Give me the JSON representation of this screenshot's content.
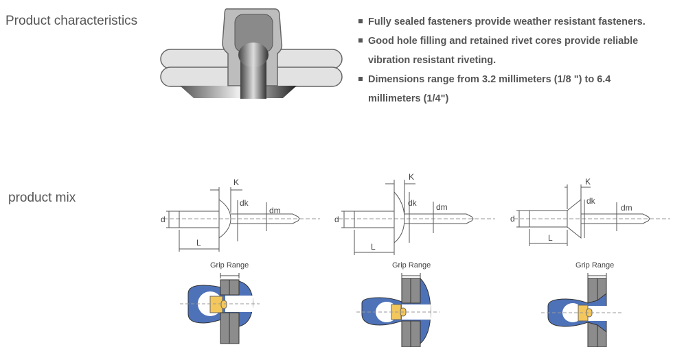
{
  "sections": {
    "characteristics_title": "Product characteristics",
    "mix_title": "product mix"
  },
  "characteristics": [
    "Fully sealed fasteners provide weather resistant fasteners.",
    "Good hole filling and retained rivet cores provide reliable vibration resistant riveting.",
    "Dimensions range from 3.2 millimeters (1/8 \") to 6.4 millimeters (1/4\")"
  ],
  "dimension_labels": {
    "K": "K",
    "dk": "dk",
    "dm": "dm",
    "d": "d",
    "L": "L"
  },
  "grip_label": "Grip Range",
  "colors": {
    "rivet_body": "#4e72b8",
    "core": "#f3c75b",
    "plate": "#8c8c8c",
    "text": "#555555"
  }
}
